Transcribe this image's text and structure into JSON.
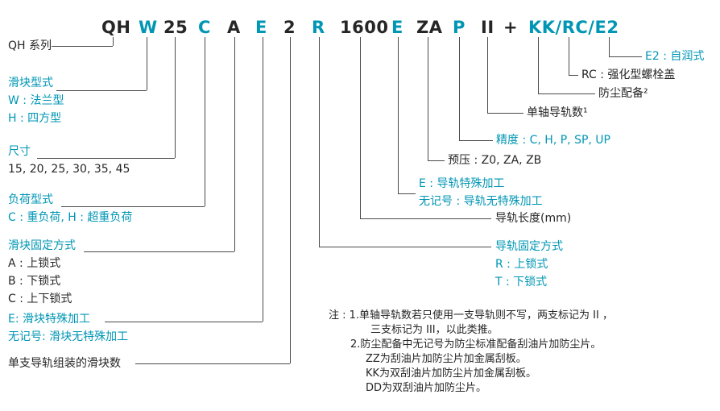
{
  "colors": {
    "accent_teal": "#0096b4",
    "text_dark": "#262626",
    "leader_line": "#4a4a4a"
  },
  "code": {
    "segments": [
      {
        "text": "QH",
        "color": "dark"
      },
      {
        "text": "W",
        "color": "teal"
      },
      {
        "text": "25",
        "color": "dark"
      },
      {
        "text": "C",
        "color": "teal"
      },
      {
        "text": "A",
        "color": "dark"
      },
      {
        "text": "E",
        "color": "teal"
      },
      {
        "text": "2",
        "color": "dark"
      },
      {
        "text": "R",
        "color": "teal"
      },
      {
        "text": "1600",
        "color": "dark"
      },
      {
        "text": "E",
        "color": "teal"
      },
      {
        "text": "ZA",
        "color": "dark"
      },
      {
        "text": "P",
        "color": "teal"
      },
      {
        "text": "II",
        "color": "dark"
      },
      {
        "text": "+",
        "color": "dark"
      },
      {
        "text": "KK/RC/E2",
        "color": "teal"
      }
    ]
  },
  "labels": {
    "series": {
      "lines": [
        {
          "text": "QH 系列",
          "color": "dark"
        }
      ]
    },
    "block_type": {
      "lines": [
        {
          "text": "滑块型式",
          "color": "teal"
        },
        {
          "text": "W : 法兰型",
          "color": "teal"
        },
        {
          "text": "H : 四方型",
          "color": "teal"
        }
      ]
    },
    "size": {
      "lines": [
        {
          "text": "尺寸",
          "color": "teal"
        },
        {
          "text": "15, 20, 25, 30, 35, 45",
          "color": "dark"
        }
      ]
    },
    "load_type": {
      "lines": [
        {
          "text": "负荷型式",
          "color": "teal"
        },
        {
          "text": "C : 重负荷, H : 超重负荷",
          "color": "teal"
        }
      ]
    },
    "block_fixing": {
      "lines": [
        {
          "text": "滑块固定方式",
          "color": "teal"
        },
        {
          "text": "A : 上锁式",
          "color": "dark"
        },
        {
          "text": "B : 下锁式",
          "color": "dark"
        },
        {
          "text": "C : 上下锁式",
          "color": "dark"
        }
      ]
    },
    "block_special": {
      "lines": [
        {
          "text": "E: 滑块特殊加工",
          "color": "teal"
        },
        {
          "text": "无记号: 滑块无特殊加工",
          "color": "teal"
        }
      ]
    },
    "block_count": {
      "lines": [
        {
          "text": "单支导轨组装的滑块数",
          "color": "dark"
        }
      ]
    },
    "rail_fixing": {
      "lines": [
        {
          "text": "导轨固定方式",
          "color": "teal"
        },
        {
          "text": "R : 上锁式",
          "color": "teal"
        },
        {
          "text": "T : 下锁式",
          "color": "teal"
        }
      ]
    },
    "rail_length": {
      "lines": [
        {
          "text": "导轨长度(mm)",
          "color": "dark"
        }
      ]
    },
    "rail_special": {
      "lines": [
        {
          "text": "E : 导轨特殊加工",
          "color": "teal"
        },
        {
          "text": "无记号 : 导轨无特殊加工",
          "color": "teal"
        }
      ]
    },
    "preload": {
      "lines": [
        {
          "text": "预压 : Z0, ZA, ZB",
          "color": "dark"
        }
      ]
    },
    "accuracy": {
      "lines": [
        {
          "text": "精度 : C, H, P, SP, UP",
          "color": "teal"
        }
      ]
    },
    "rail_count": {
      "lines": [
        {
          "text": "单轴导轨数¹",
          "color": "dark"
        }
      ]
    },
    "dust_proof": {
      "lines": [
        {
          "text": "防尘配备²",
          "color": "dark"
        }
      ]
    },
    "bolt_cap": {
      "lines": [
        {
          "text": "RC : 强化型螺栓盖",
          "color": "dark"
        }
      ]
    },
    "self_lube": {
      "lines": [
        {
          "text": "E2 : 自润式",
          "color": "teal"
        }
      ]
    }
  },
  "notes": {
    "lines": [
      "注 : 1.单轴导轨数若只使用一支导轨则不写，两支标记为 II ，",
      "三支标记为 III，以此类推。",
      "2.防尘配备中无记号为防尘标准配备刮油片加防尘片。",
      "ZZ为刮油片加防尘片加金属刮板。",
      "KK为双刮油片加防尘片加金属刮板。",
      "DD为双刮油片加防尘片。"
    ]
  }
}
